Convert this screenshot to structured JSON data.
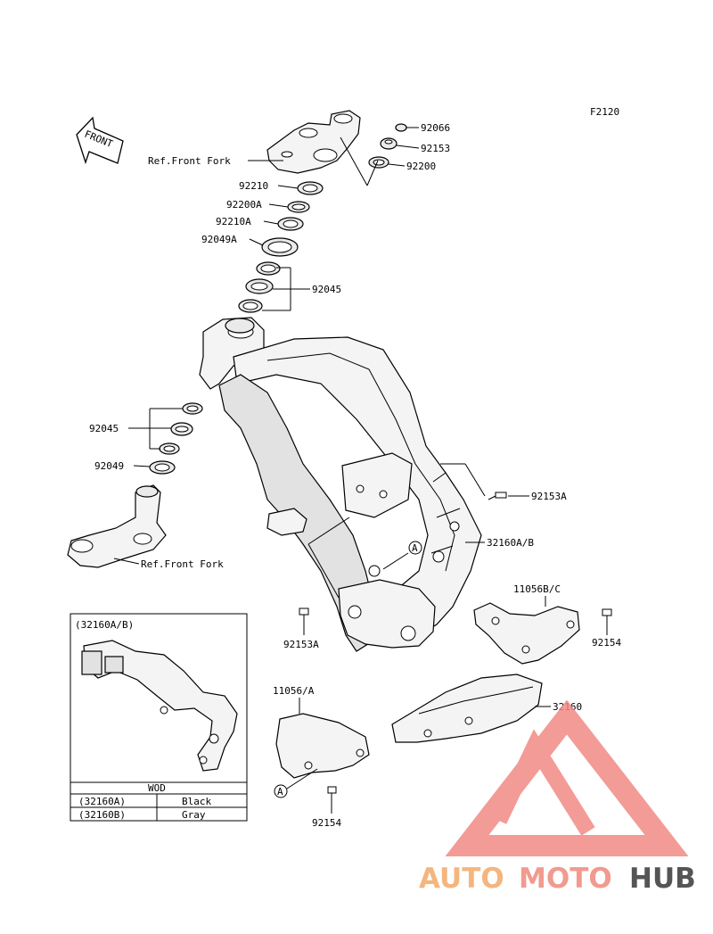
{
  "figure_code": "F2120",
  "front_arrow": "FRONT",
  "labels": {
    "p92066": "92066",
    "p92153": "92153",
    "p92200": "92200",
    "ref_front_fork_top": "Ref.Front Fork",
    "p92210": "92210",
    "p92200A": "92200A",
    "p92210A": "92210A",
    "p92049A": "92049A",
    "p92045_top": "92045",
    "p92045_left": "92045",
    "p92049": "92049",
    "ref_front_fork_bottom": "Ref.Front Fork",
    "p92153A_right": "92153A",
    "p32160AB": "32160A/B",
    "p92153A_left": "92153A",
    "p11056BC": "11056B/C",
    "p92154_right": "92154",
    "p11056A": "11056/A",
    "p32160": "32160",
    "p92154_bottom": "92154",
    "marker_a": "A"
  },
  "inset": {
    "title": "(32160A/B)"
  },
  "color_table": {
    "header": "WOD",
    "rows": [
      {
        "part": "(32160A)",
        "color": "Black"
      },
      {
        "part": "(32160B)",
        "color": "Gray"
      }
    ]
  },
  "watermark": {
    "auto": "AUTO",
    "moto": "MOTO",
    "hub": "HUB",
    "colors": {
      "auto": "#f4b67e",
      "moto": "#f19a8f",
      "hub": "#555555",
      "logo": "#f18a84"
    }
  }
}
